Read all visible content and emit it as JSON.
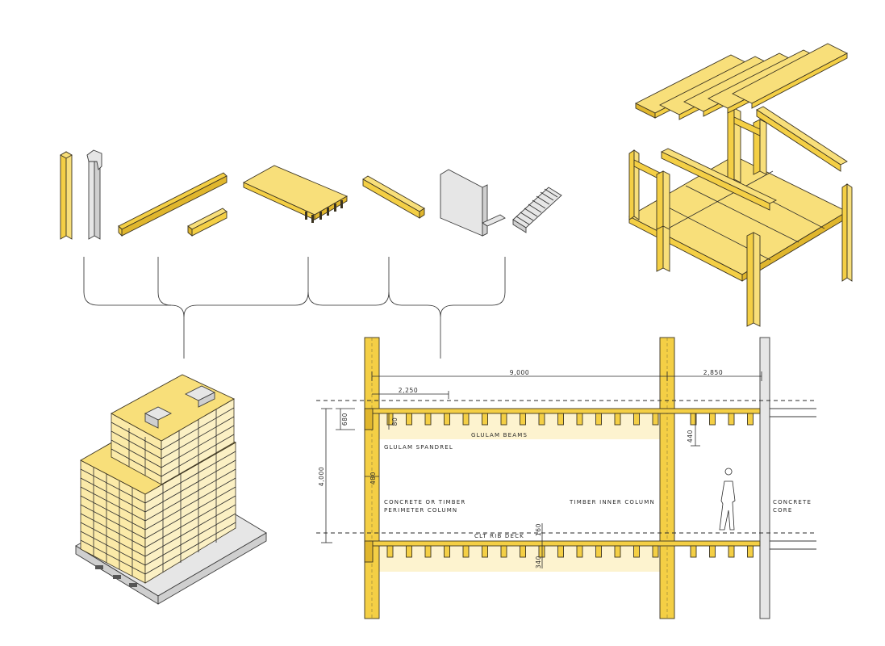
{
  "labels": {
    "glulam_beams": "GLULAM BEAMS",
    "glulam_spandrel": "GLULAM SPANDREL",
    "perimeter_column_1": "CONCRETE OR TIMBER",
    "perimeter_column_2": "PERIMETER COLUMN",
    "inner_column": "TIMBER INNER COLUMN",
    "core_1": "CONCRETE",
    "core_2": "CORE",
    "clt_rib_deck": "CLT RIB DECK"
  },
  "dimensions": {
    "bay_span": "9,000",
    "core_offset": "2,850",
    "spandrel_offset": "2,250",
    "spandrel_depth": "680",
    "deck_thickness_top": "80",
    "floor_height": "4,000",
    "beam_depth": "440",
    "column_width": "480",
    "deck_thickness": "160",
    "rib_depth": "340"
  },
  "colors": {
    "timber": "#f4cf45",
    "timber_light": "#fdf3cf",
    "concrete": "#e6e6e6",
    "ink": "#2a2a2a"
  }
}
